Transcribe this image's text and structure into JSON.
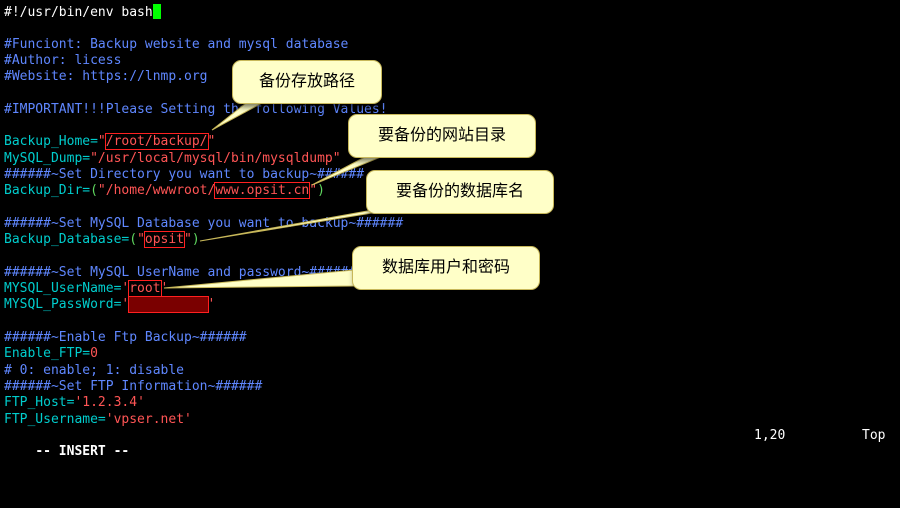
{
  "lines": [
    {
      "segments": [
        {
          "t": "#!/usr/bin/env bash",
          "c": "white"
        }
      ],
      "cursor": true
    },
    {
      "segments": []
    },
    {
      "segments": [
        {
          "t": "#Funciont: Backup website and mysql database",
          "c": "comment"
        }
      ]
    },
    {
      "segments": [
        {
          "t": "#Author: licess",
          "c": "comment"
        }
      ]
    },
    {
      "segments": [
        {
          "t": "#Website: https://lnmp.org",
          "c": "comment"
        }
      ]
    },
    {
      "segments": []
    },
    {
      "segments": [
        {
          "t": "#IMPORTANT!!!Please Setting the following Values!",
          "c": "comment"
        }
      ]
    },
    {
      "segments": []
    },
    {
      "segments": [
        {
          "t": "Backup_Home=",
          "c": "ident"
        },
        {
          "t": "\"",
          "c": "red"
        },
        {
          "t": "/root/backup/",
          "c": "red",
          "box": true
        },
        {
          "t": "\"",
          "c": "red"
        }
      ]
    },
    {
      "segments": [
        {
          "t": "MySQL_Dump=",
          "c": "ident"
        },
        {
          "t": "\"/usr/local/mysql/bin/mysqldump\"",
          "c": "red"
        }
      ]
    },
    {
      "segments": [
        {
          "t": "######~Set Directory you want to backup~######",
          "c": "comment"
        }
      ]
    },
    {
      "segments": [
        {
          "t": "Backup_Dir=",
          "c": "ident"
        },
        {
          "t": "(",
          "c": "green"
        },
        {
          "t": "\"/home/wwwroot/",
          "c": "red"
        },
        {
          "t": "www.opsit.cn",
          "c": "red",
          "box": true
        },
        {
          "t": "\"",
          "c": "red"
        },
        {
          "t": ")",
          "c": "green"
        }
      ]
    },
    {
      "segments": []
    },
    {
      "segments": [
        {
          "t": "######~Set MySQL Database you want to backup~######",
          "c": "comment"
        }
      ]
    },
    {
      "segments": [
        {
          "t": "Backup_Database=",
          "c": "ident"
        },
        {
          "t": "(",
          "c": "green"
        },
        {
          "t": "\"",
          "c": "red"
        },
        {
          "t": "opsit",
          "c": "red",
          "box": true
        },
        {
          "t": "\"",
          "c": "red"
        },
        {
          "t": ")",
          "c": "green"
        }
      ]
    },
    {
      "segments": []
    },
    {
      "segments": [
        {
          "t": "######~Set MySQL UserName and password~######",
          "c": "comment"
        }
      ]
    },
    {
      "segments": [
        {
          "t": "MYSQL_UserName=",
          "c": "ident"
        },
        {
          "t": "'",
          "c": "red"
        },
        {
          "t": "root",
          "c": "red",
          "box": true
        },
        {
          "t": "'",
          "c": "red"
        }
      ]
    },
    {
      "segments": [
        {
          "t": "MYSQL_PassWord=",
          "c": "ident"
        },
        {
          "t": "'",
          "c": "red"
        },
        {
          "t": "          ",
          "c": "red",
          "redacted": true
        },
        {
          "t": "'",
          "c": "red"
        }
      ]
    },
    {
      "segments": []
    },
    {
      "segments": [
        {
          "t": "######~Enable Ftp Backup~######",
          "c": "comment"
        }
      ]
    },
    {
      "segments": [
        {
          "t": "Enable_FTP=",
          "c": "ident"
        },
        {
          "t": "0",
          "c": "red"
        }
      ]
    },
    {
      "segments": [
        {
          "t": "# 0: enable; 1: disable",
          "c": "comment"
        }
      ]
    },
    {
      "segments": [
        {
          "t": "######~Set FTP Information~######",
          "c": "comment"
        }
      ]
    },
    {
      "segments": [
        {
          "t": "FTP_Host=",
          "c": "ident"
        },
        {
          "t": "'1.2.3.4'",
          "c": "red"
        }
      ]
    },
    {
      "segments": [
        {
          "t": "FTP_Username=",
          "c": "ident"
        },
        {
          "t": "'vpser.net'",
          "c": "red"
        }
      ]
    }
  ],
  "status": {
    "mode": "-- INSERT --",
    "position": "1,20",
    "scroll": "Top"
  },
  "callouts": {
    "backup_path": "备份存放路径",
    "site_dir": "要备份的网站目录",
    "database": "要备份的数据库名",
    "credentials": "数据库用户和密码"
  }
}
